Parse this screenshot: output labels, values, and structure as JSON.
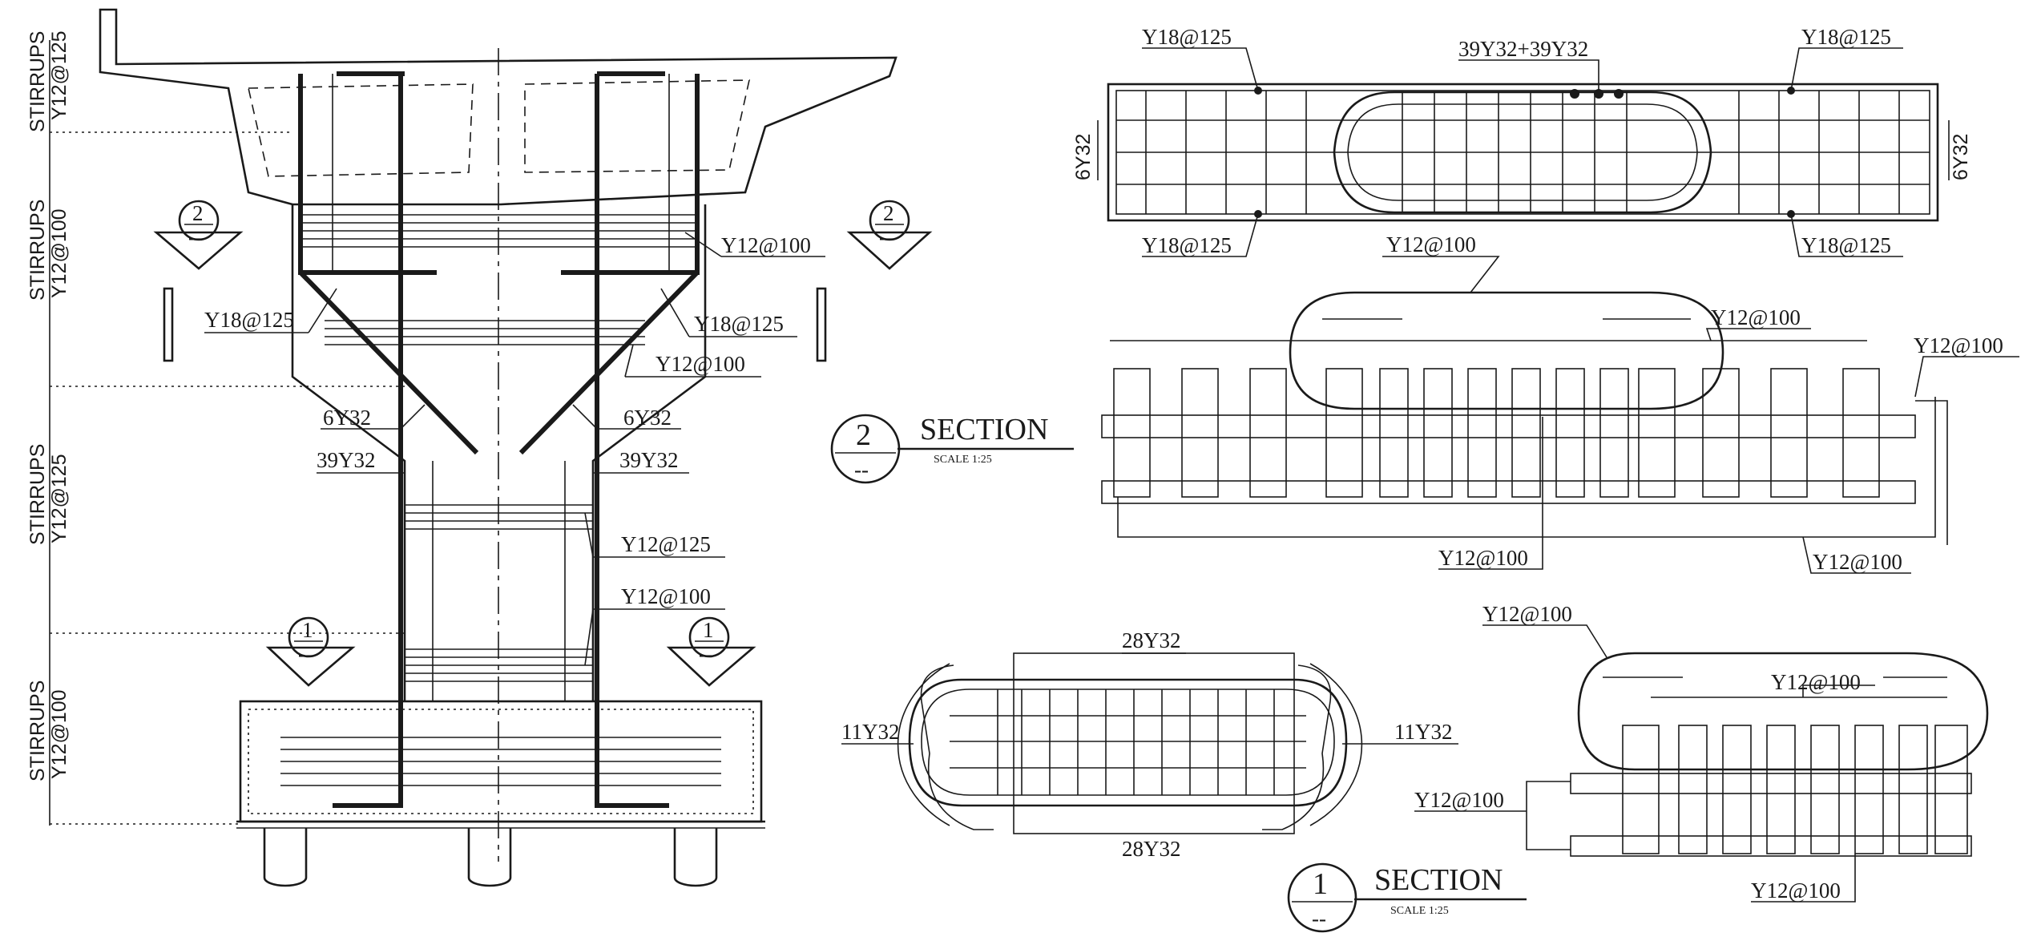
{
  "elevation": {
    "zones": [
      {
        "name": "STIRRUPS",
        "spacing": "Y12@125"
      },
      {
        "name": "STIRRUPS",
        "spacing": "Y12@100"
      },
      {
        "name": "STIRRUPS",
        "spacing": "Y12@125"
      },
      {
        "name": "STIRRUPS",
        "spacing": "Y12@100"
      }
    ],
    "labels": {
      "y12_100_right": "Y12@100",
      "y18_125_left": "Y18@125",
      "y18_125_right": "Y18@125",
      "y12_100_mid": "Y12@100",
      "bar6_left": "6Y32",
      "bar6_right": "6Y32",
      "bar39_left": "39Y32",
      "bar39_right": "39Y32",
      "y12_125_low": "Y12@125",
      "y12_100_low": "Y12@100"
    },
    "markers": {
      "sec2_left": {
        "num": "2",
        "sub": "--"
      },
      "sec2_right": {
        "num": "2",
        "sub": "--"
      },
      "sec1_left": {
        "num": "1",
        "sub": "--"
      },
      "sec1_right": {
        "num": "1",
        "sub": "--"
      }
    }
  },
  "section2": {
    "title": "SECTION",
    "scale": "SCALE 1:25",
    "num": "2",
    "sub": "--",
    "plan_labels": {
      "top_left": "Y18@125",
      "top_mid": "39Y32+39Y32",
      "top_right": "Y18@125",
      "bot_left": "Y18@125",
      "bot_right": "Y18@125",
      "side_left": "6Y32",
      "side_right": "6Y32"
    },
    "detail_labels": {
      "top": "Y12@100",
      "right_inner": "Y12@100",
      "right_outer": "Y12@100",
      "bot_mid": "Y12@100",
      "bot_right": "Y12@100"
    }
  },
  "section1": {
    "title": "SECTION",
    "scale": "SCALE 1:25",
    "num": "1",
    "sub": "--",
    "plan_labels": {
      "top": "28Y32",
      "bottom": "28Y32",
      "left": "11Y32",
      "right": "11Y32"
    },
    "detail_labels": {
      "top_left": "Y12@100",
      "inner": "Y12@100",
      "left": "Y12@100",
      "bottom": "Y12@100"
    }
  }
}
